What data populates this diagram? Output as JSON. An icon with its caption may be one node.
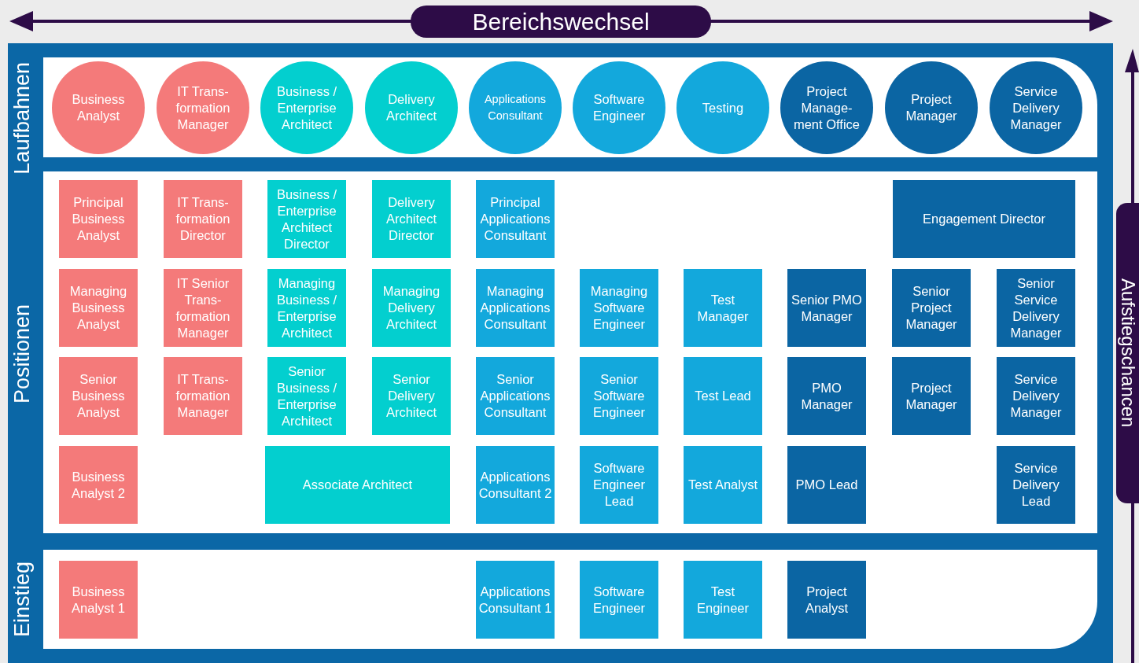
{
  "diagram": {
    "nodes": [
      {
        "text": [
          "Laufbahnen"
        ]
      },
      {
        "text": [
          "Business Analyst"
        ],
        "in": 0
      },
      {
        "text": [
          "IT Trans- formation Manager"
        ],
        "in": 0
      },
      {
        "text": [
          "Business / Enterprise Architect"
        ],
        "in": 0
      },
      {
        "text": [
          "Delivery Architect"
        ],
        "in": 0
      },
      {
        "text": [
          "Applications Consultant"
        ],
        "in": 0
      },
      {
        "text": [
          "Software Engineer"
        ],
        "in": 0
      },
      {
        "text": [
          "Testing"
        ],
        "in": 0
      },
      {
        "text": [
          "Project Manage- ment Office"
        ],
        "in": 0
      },
      {
        "text": [
          "Project Manager"
        ],
        "in": 0
      },
      {
        "text": [
          "Service Delivery Manager"
        ],
        "in": 0
      },
      {
        "text": [
          "Positionen"
        ]
      },
      {
        "text": [
          "Principal Business Analyst"
        ],
        "in": 11
      },
      {
        "text": [
          "IT Trans- formation Director"
        ],
        "in": 11
      },
      {
        "text": [
          "Business / Enterprise Architect Director"
        ],
        "in": 11
      },
      {
        "text": [
          "Delivery Architect Director"
        ],
        "in": 11
      },
      {
        "text": [
          "Principal Applications Consultant"
        ],
        "in": 11
      },
      {
        "text": [
          "Engagement Director"
        ],
        "in": 11
      },
      {
        "text": [
          "Managing Business Analyst"
        ],
        "in": 11
      },
      {
        "text": [
          "IT Senior Trans- formation Manager"
        ],
        "in": 11
      },
      {
        "text": [
          "Managing Business / Enterprise Architect"
        ],
        "in": 11
      },
      {
        "text": [
          "Managing Delivery Architect"
        ],
        "in": 11
      },
      {
        "text": [
          "Managing Applications Consultant"
        ],
        "in": 11
      },
      {
        "text": [
          "Managing Software Engineer"
        ],
        "in": 11
      },
      {
        "text": [
          "Test Manager"
        ],
        "in": 11
      },
      {
        "text": [
          "Senior PMO Manager"
        ],
        "in": 11
      },
      {
        "text": [
          "Senior Project Manager"
        ],
        "in": 11
      },
      {
        "text": [
          "Senior Service Delivery Manager"
        ],
        "in": 11
      },
      {
        "text": [
          "Senior Business Analyst"
        ],
        "in": 11
      },
      {
        "text": [
          "IT Trans- formation Manager"
        ],
        "in": 11
      },
      {
        "text": [
          "Senior Business / Enterprise Architect"
        ],
        "in": 11
      },
      {
        "text": [
          "Senior Delivery Architect"
        ],
        "in": 11
      },
      {
        "text": [
          "Senior Applications Consultant"
        ],
        "in": 11
      },
      {
        "text": [
          "Senior Software Engineer"
        ],
        "in": 11
      },
      {
        "text": [
          "Test Lead"
        ],
        "in": 11
      },
      {
        "text": [
          "PMO Manager"
        ],
        "in": 11
      },
      {
        "text": [
          "Project Manager"
        ],
        "in": 11
      },
      {
        "text": [
          "Service Delivery Manager"
        ],
        "in": 11
      },
      {
        "text": [
          "Business Analyst 2"
        ],
        "in": 11
      },
      {
        "text": [
          "Associate Architect"
        ],
        "in": 11
      },
      {
        "text": [
          "Applications Consultant 2"
        ],
        "in": 11
      },
      {
        "text": [
          "Software Engineer Lead"
        ],
        "in": 11
      },
      {
        "text": [
          "Test Analyst"
        ],
        "in": 11
      },
      {
        "text": [
          "PMO Lead"
        ],
        "in": 11
      },
      {
        "text": [
          "Service Delivery Lead"
        ],
        "in": 11
      },
      {
        "text": [
          "Einstieg"
        ]
      },
      {
        "text": [
          "Business Analyst 1"
        ],
        "in": 45
      },
      {
        "text": [
          "Applications Consultant 1"
        ],
        "in": 45
      },
      {
        "text": [
          "Software Engineer"
        ],
        "in": 45
      },
      {
        "text": [
          "Test Engineer"
        ],
        "in": 45
      },
      {
        "text": [
          "Project Analyst"
        ],
        "in": 45
      }
    ],
    "edges": [],
    "labels": [
      "Bereichswechsel",
      "Aufstiegschancen"
    ]
  }
}
